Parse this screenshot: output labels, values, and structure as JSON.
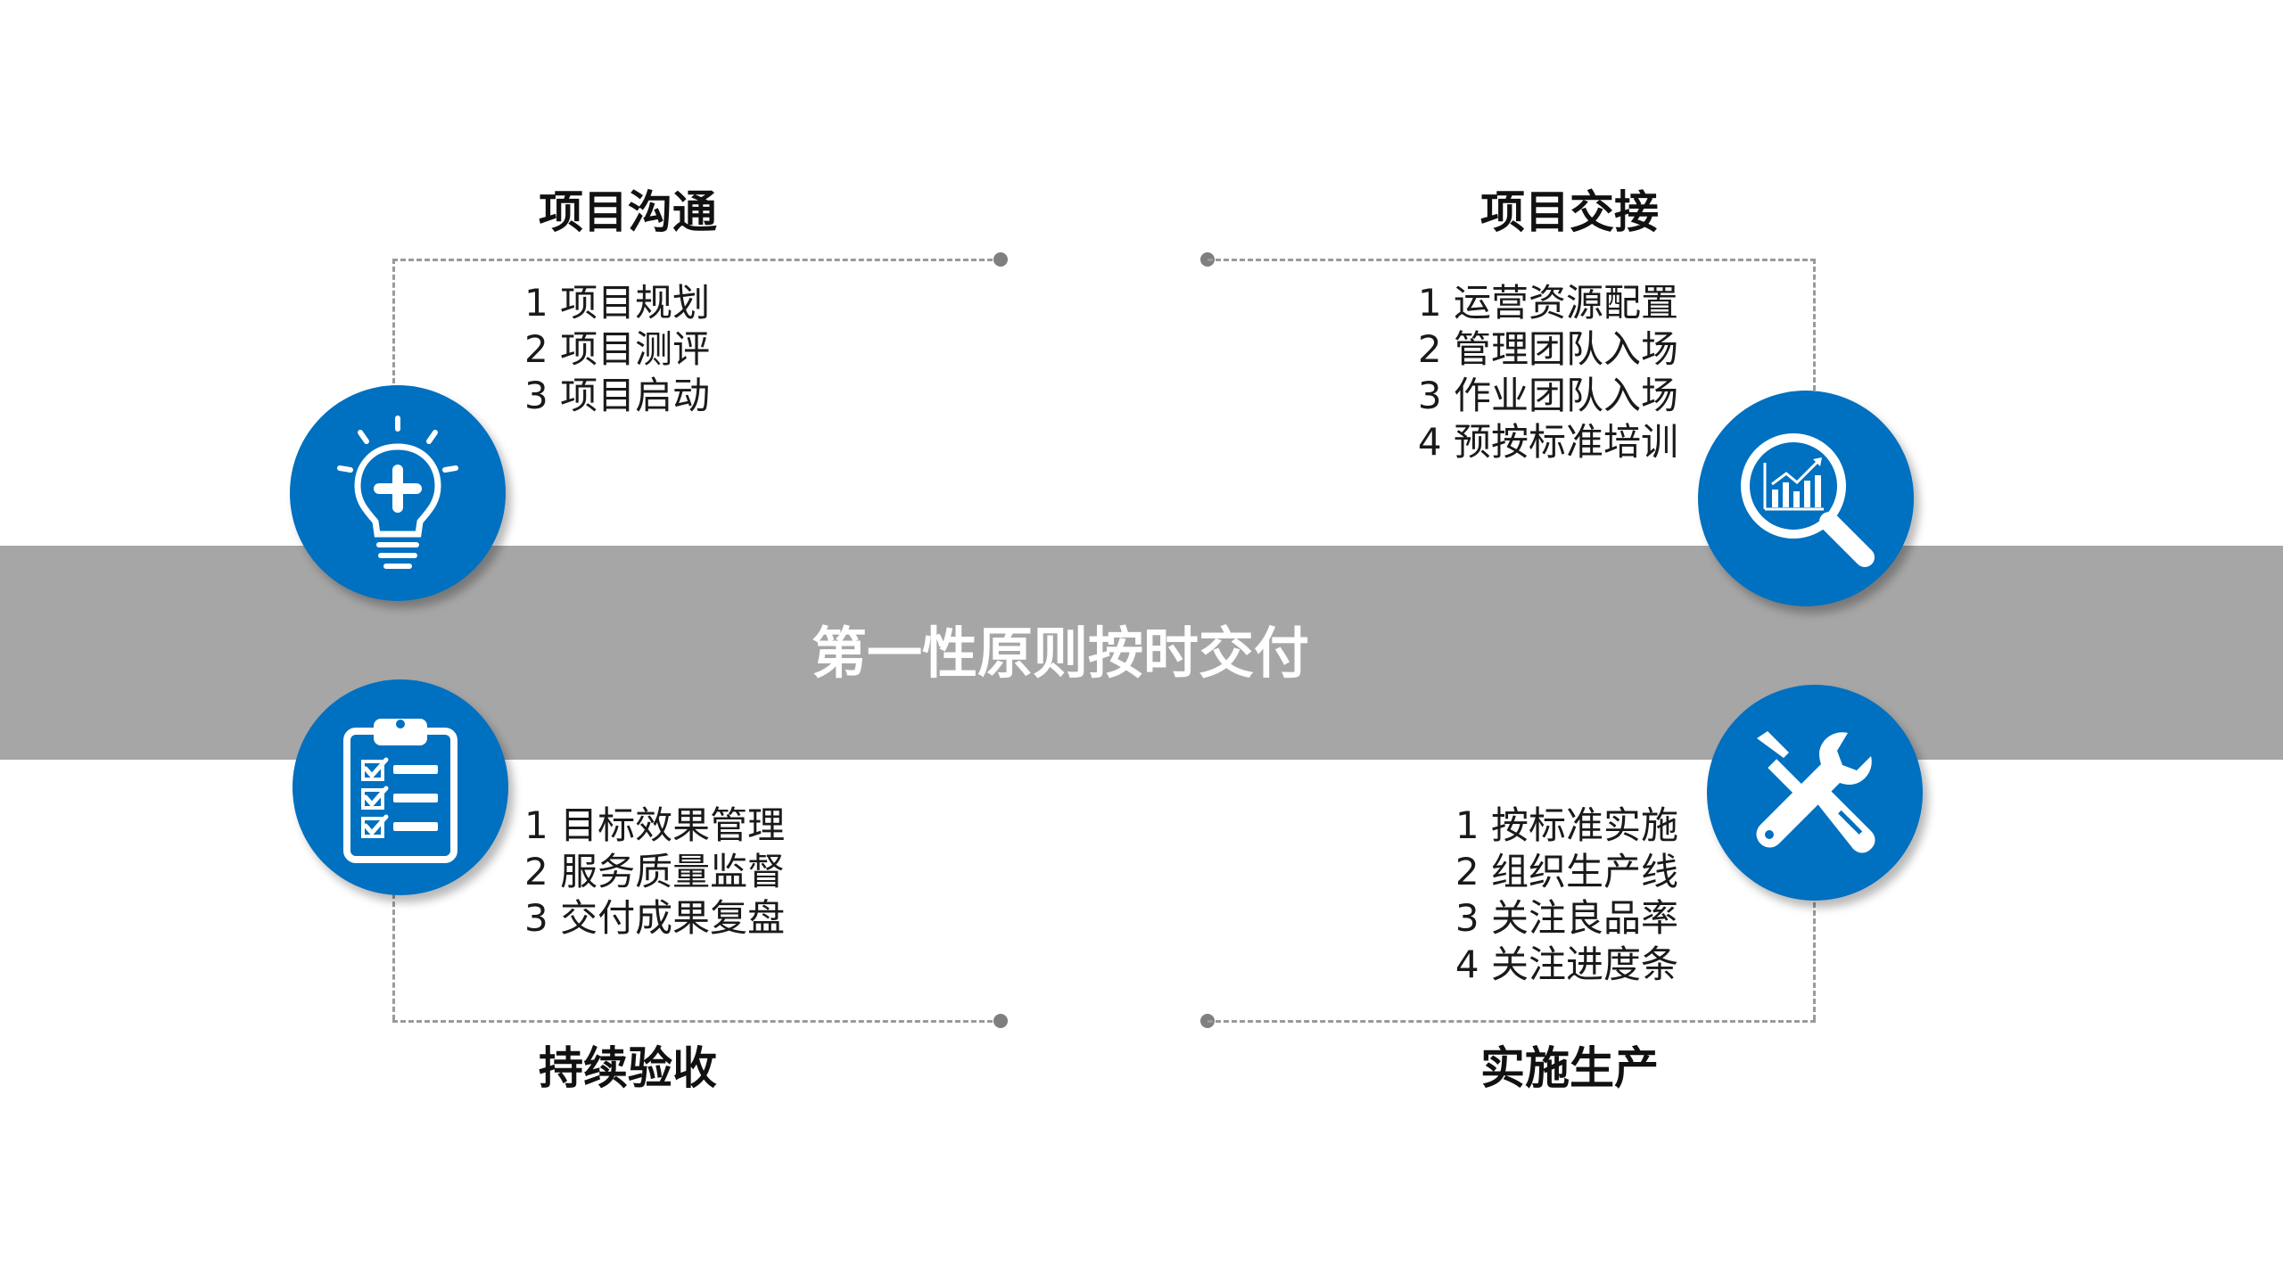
{
  "center": {
    "title": "第一性原则按时交付"
  },
  "quadrants": {
    "top_left": {
      "title": "项目沟通",
      "icon": "lightbulb-plus-icon",
      "items": [
        "1 项目规划",
        "2 项目测评",
        "3 项目启动"
      ]
    },
    "top_right": {
      "title": "项目交接",
      "icon": "magnifier-chart-icon",
      "items": [
        "1 运营资源配置",
        "2 管理团队入场",
        "3 作业团队入场",
        "4 预按标准培训"
      ]
    },
    "bottom_left": {
      "title": "持续验收",
      "icon": "clipboard-checklist-icon",
      "items": [
        "1 目标效果管理",
        "2 服务质量监督",
        "3 交付成果复盘"
      ]
    },
    "bottom_right": {
      "title": "实施生产",
      "icon": "wrench-screwdriver-icon",
      "items": [
        "1 按标准实施",
        "2 组织生产线",
        "3 关注良品率",
        "4 关注进度条"
      ]
    }
  },
  "colors": {
    "accent": "#0070c0",
    "band": "#a6a6a6",
    "dashed_line": "#9a9a9a",
    "title_on_band": "#ffffff"
  }
}
